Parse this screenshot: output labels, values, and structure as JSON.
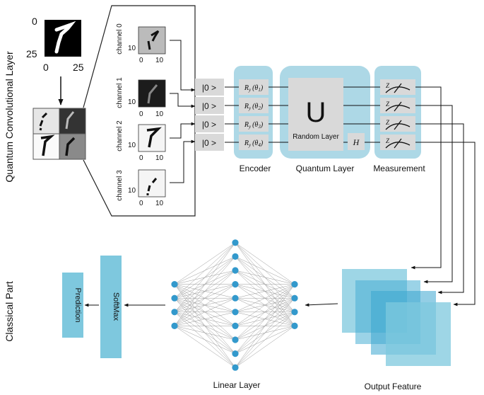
{
  "section_labels": {
    "quantum": "Quantum Convolutional Layer",
    "classical": "Classical Part"
  },
  "input_image": {
    "y_ticks": [
      "0",
      "25"
    ],
    "x_ticks": [
      "0",
      "25"
    ]
  },
  "channels": [
    {
      "label": "channel 0",
      "y_tick": "10",
      "x_ticks": [
        "0",
        "10"
      ]
    },
    {
      "label": "channel 1",
      "y_tick": "10",
      "x_ticks": [
        "0",
        "10"
      ]
    },
    {
      "label": "channel 2",
      "y_tick": "10",
      "x_ticks": [
        "0",
        "10"
      ]
    },
    {
      "label": "channel 3",
      "y_tick": "10",
      "x_ticks": [
        "0",
        "10"
      ]
    }
  ],
  "qubit_inits": [
    "|0 >",
    "|0 >",
    "|0 >",
    "|0 >"
  ],
  "encoder": {
    "label": "Encoder",
    "gates": [
      {
        "op": "R",
        "sub": "y",
        "arg": "(θ",
        "idx": "1",
        "close": ")"
      },
      {
        "op": "R",
        "sub": "y",
        "arg": "(θ",
        "idx": "2",
        "close": ")"
      },
      {
        "op": "R",
        "sub": "y",
        "arg": "(θ",
        "idx": "3",
        "close": ")"
      },
      {
        "op": "R",
        "sub": "y",
        "arg": "(θ",
        "idx": "4",
        "close": ")"
      }
    ]
  },
  "quantum_layer": {
    "label": "Quantum Layer",
    "unitary": "U",
    "random_layer": "Random Layer",
    "hadamard": "H"
  },
  "measurement": {
    "label": "Measurement",
    "basis": [
      "Z",
      "Z",
      "Z",
      "Z"
    ]
  },
  "classical": {
    "output_feature": "Output Feature",
    "linear_layer": "Linear Layer",
    "softmax": "SoftMax",
    "prediction": "Prediction"
  },
  "network": {
    "layers": [
      4,
      10,
      4
    ]
  },
  "colors": {
    "block_blue": "#add8e6",
    "node_blue": "#3399cc",
    "bar_blue": "#7ec8de",
    "gate_gray": "#d9d9d9"
  }
}
